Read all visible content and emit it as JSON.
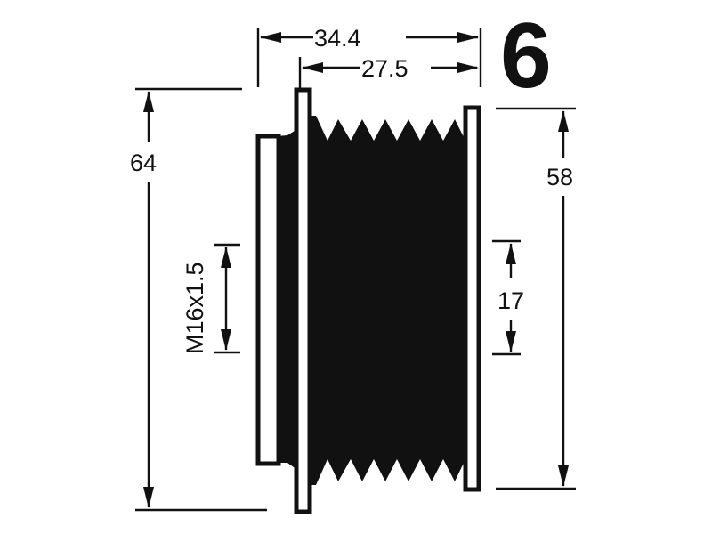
{
  "diagram": {
    "rib_count_label": "6",
    "dimensions": {
      "overall_width": "34.4",
      "pulley_width": "27.5",
      "outer_diameter": "64",
      "groove_diameter": "58",
      "thread": "M16x1.5",
      "bore": "17"
    },
    "colors": {
      "ink": "#111111",
      "background": "#ffffff"
    }
  }
}
